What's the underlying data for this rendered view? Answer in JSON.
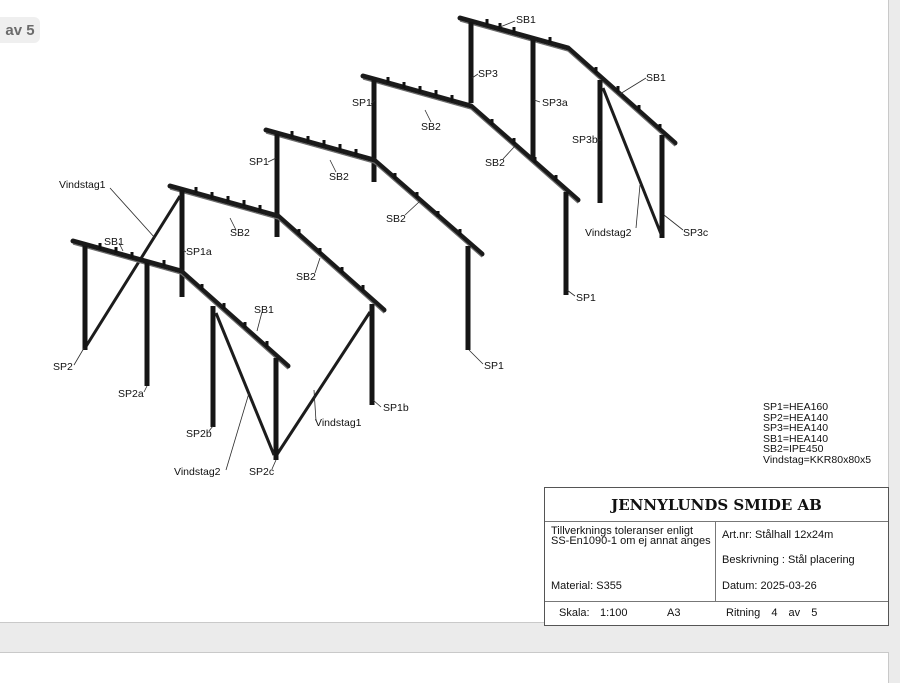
{
  "page_indicator": "av 5",
  "labels": {
    "sb1_top": "SB1",
    "sp3": "SP3",
    "sp3a": "SP3a",
    "sb1_right": "SB1",
    "sp3b": "SP3b",
    "vindstag2_right": "Vindstag2",
    "sp3c": "SP3c",
    "sp1_f4": "SP1",
    "sb2_f4_left": "SB2",
    "sb2_f4_right": "SB2",
    "sp1_f4_foot": "SP1",
    "sp1_f3": "SP1",
    "sb2_f3_left": "SB2",
    "sb2_f3_right": "SB2",
    "sp1_f3_foot": "SP1",
    "vindstag1_left": "Vindstag1",
    "sp1a": "SP1a",
    "sb2_f2_left": "SB2",
    "sb2_f2_right": "SB2",
    "sp1b": "SP1b",
    "vindstag1_mid": "Vindstag1",
    "sb1_f1": "SB1",
    "sb1_f1_right": "SB1",
    "sp2": "SP2",
    "sp2a": "SP2a",
    "sp2b": "SP2b",
    "vindstag2_left": "Vindstag2",
    "sp2c": "SP2c"
  },
  "legend": [
    "SP1=HEA160",
    "SP2=HEA140",
    "SP3=HEA140",
    "SB1=HEA140",
    "SB2=IPE450",
    "Vindstag=KKR80x80x5"
  ],
  "title_block": {
    "company": "JENNYLUNDS SMIDE AB",
    "tolerance": "Tillverknings toleranser enligt SS-En1090-1 om ej annat anges",
    "material": "Material: S355",
    "article": "Art.nr: Stålhall 12x24m",
    "description": "Beskrivning : Stål placering",
    "date": "Datum: 2025-03-26",
    "scale_label": "Skala:",
    "scale_value": "1:100",
    "paper_size": "A3",
    "drawing_label": "Ritning",
    "drawing_number": "4",
    "drawing_of": "av",
    "drawing_total": "5"
  }
}
